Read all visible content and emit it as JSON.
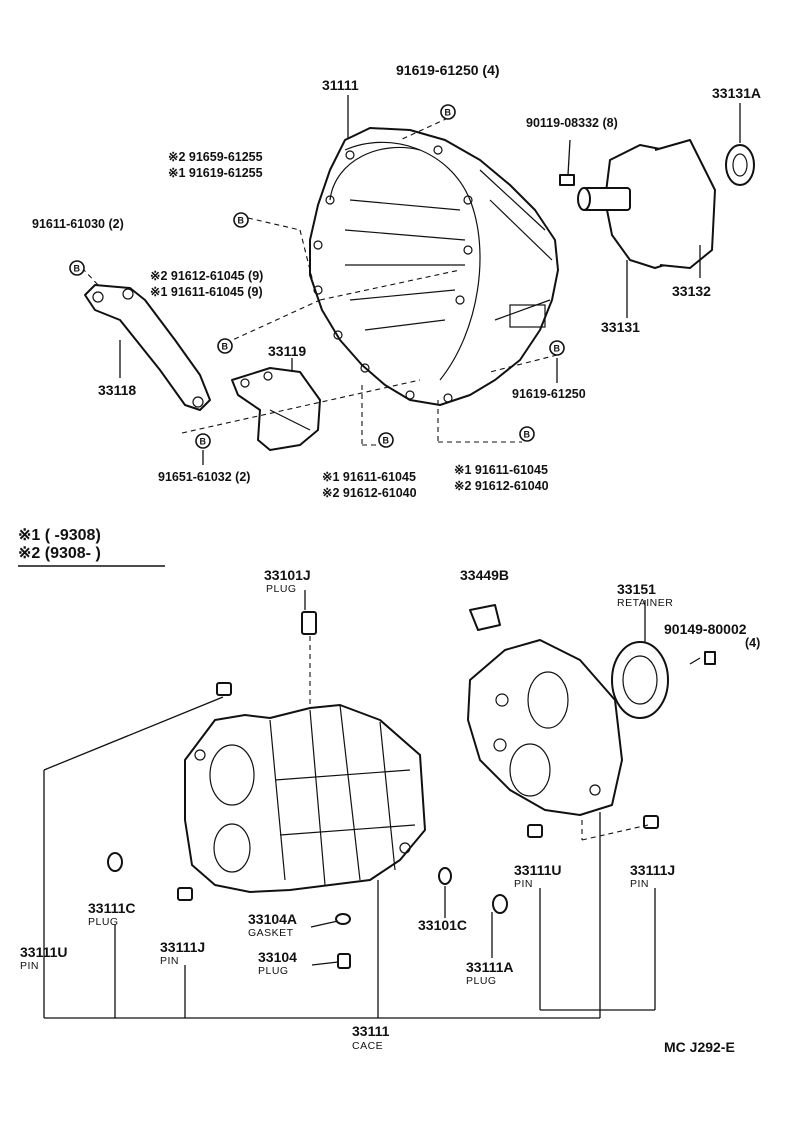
{
  "upper": {
    "p31111": "31111",
    "p91619_61250_4": "91619-61250 (4)",
    "p33131A": "33131A",
    "p90119": "90119-08332 (8)",
    "s2_91659": "※2 91659-61255",
    "s1_91619": "※1 91619-61255",
    "p91611_61030": "91611-61030 (2)",
    "s2_91612_9": "※2 91612-61045 (9)",
    "s1_91611_9": "※1 91611-61045 (9)",
    "p33132": "33132",
    "p33131": "33131",
    "p33119": "33119",
    "p33118": "33118",
    "p91619_61250": "91619-61250",
    "p91651": "91651-61032 (2)",
    "c1_a": "※1 91611-61045",
    "c2_a": "※2 91612-61040",
    "c1_b": "※1 91611-61045",
    "c2_b": "※2 91612-61040",
    "bolt_mark": "B"
  },
  "legend": {
    "line1": "※1 (        -9308)",
    "line2": "※2 (9308-        )"
  },
  "lower": {
    "p33101J": "33101J",
    "p33101J_sub": "PLUG",
    "p33449B": "33449B",
    "p33151": "33151",
    "p33151_sub": "RETAINER",
    "p90149": "90149-80002",
    "p90149_qty": "(4)",
    "p33111C": "33111C",
    "p33111C_sub": "PLUG",
    "p33111U_left": "33111U",
    "p33111U_left_sub": "PIN",
    "p33111J_left": "33111J",
    "p33111J_left_sub": "PIN",
    "p33104A": "33104A",
    "p33104A_sub": "GASKET",
    "p33104": "33104",
    "p33104_sub": "PLUG",
    "p33101C": "33101C",
    "p33111A": "33111A",
    "p33111A_sub": "PLUG",
    "p33111U_right": "33111U",
    "p33111U_right_sub": "PIN",
    "p33111J_right": "33111J",
    "p33111J_right_sub": "PIN",
    "p33111": "33111",
    "p33111_sub": "CACE"
  },
  "footer": {
    "code": "MC J292-E"
  }
}
